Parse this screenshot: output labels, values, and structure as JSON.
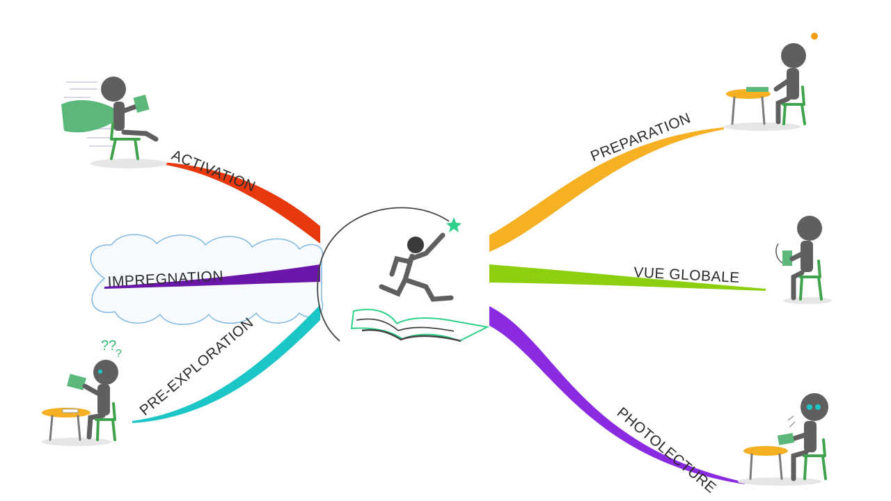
{
  "branches": {
    "activation": {
      "label": "ACTIVATION",
      "color": "#e8380d"
    },
    "impregnation": {
      "label": "IMPREGNATION",
      "color": "#6a16a8"
    },
    "pre_exploration": {
      "label": "PRE-EXPLORATION",
      "color": "#1cc6c6"
    },
    "preparation": {
      "label": "PREPARATION",
      "color": "#f6b024"
    },
    "vue_globale": {
      "label": "VUE GLOBALE",
      "color": "#8ccf0e"
    },
    "photolecture": {
      "label": "PHOTOLECTURE",
      "color": "#8a2be2"
    }
  },
  "question_marks": "??",
  "icons": {
    "center": "runner-leaping-over-book-icon",
    "activation": "flying-reader-with-cape-icon",
    "impregnation": "cloud-icon",
    "pre_exploration": "confused-reader-at-table-icon",
    "preparation": "thinking-person-at-table-icon",
    "vue_globale": "person-flipping-book-icon",
    "photolecture": "person-photoreading-at-table-icon"
  }
}
